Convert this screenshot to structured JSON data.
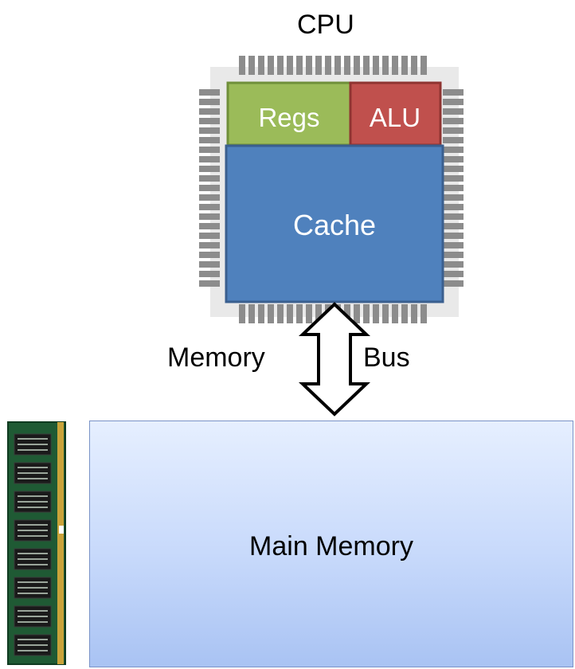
{
  "cpu": {
    "title": "CPU",
    "regs_label": "Regs",
    "alu_label": "ALU",
    "cache_label": "Cache"
  },
  "bus": {
    "left_label": "Memory",
    "right_label": "Bus"
  },
  "memory": {
    "label": "Main Memory"
  },
  "colors": {
    "regs": "#9bbb59",
    "alu": "#c0504d",
    "cache": "#4f81bd",
    "cache_border": "#3a5f8f",
    "chip_pins": "#8c8c8c",
    "memory_top": "#e6efff",
    "memory_bottom": "#a9c3f3"
  }
}
